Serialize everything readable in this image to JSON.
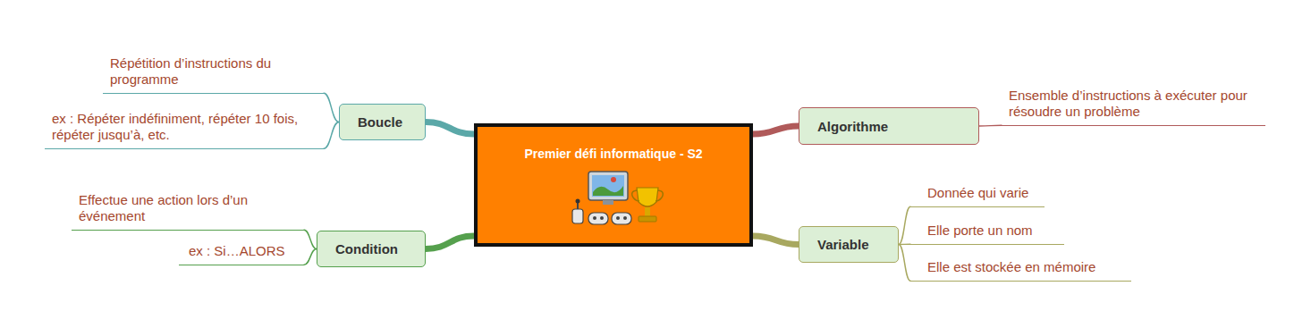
{
  "diagram": {
    "nodes": [
      {
        "text": [
          "Premier défi informatique - S2"
        ]
      },
      {
        "text": [
          "Boucle"
        ]
      },
      {
        "text": [
          "Répétition d’instructions du programme"
        ]
      },
      {
        "text": [
          "ex : Répéter indéfiniment, répéter 10 fois, répéter jusqu’à, etc."
        ]
      },
      {
        "text": [
          "Algorithme"
        ]
      },
      {
        "text": [
          "Ensemble d’instructions à exécuter pour résoudre un problème"
        ]
      },
      {
        "text": [
          "Condition"
        ]
      },
      {
        "text": [
          "Effectue une action lors d’un événement"
        ]
      },
      {
        "text": [
          "ex : Si…ALORS"
        ]
      },
      {
        "text": [
          "Variable"
        ]
      },
      {
        "text": [
          "Donnée qui varie"
        ]
      },
      {
        "text": [
          "Elle porte un nom"
        ]
      },
      {
        "text": [
          "Elle est stockée en mémoire"
        ]
      }
    ],
    "edges": [
      {
        "from": 0,
        "to": 1,
        "arrow": "none"
      },
      {
        "from": 1,
        "to": 2,
        "arrow": "none"
      },
      {
        "from": 1,
        "to": 3,
        "arrow": "none"
      },
      {
        "from": 0,
        "to": 4,
        "arrow": "none"
      },
      {
        "from": 4,
        "to": 5,
        "arrow": "none"
      },
      {
        "from": 0,
        "to": 6,
        "arrow": "none"
      },
      {
        "from": 6,
        "to": 7,
        "arrow": "none"
      },
      {
        "from": 6,
        "to": 8,
        "arrow": "none"
      },
      {
        "from": 0,
        "to": 9,
        "arrow": "none"
      },
      {
        "from": 9,
        "to": 10,
        "arrow": "none"
      },
      {
        "from": 9,
        "to": 11,
        "arrow": "none"
      },
      {
        "from": 9,
        "to": 12,
        "arrow": "none"
      }
    ]
  }
}
